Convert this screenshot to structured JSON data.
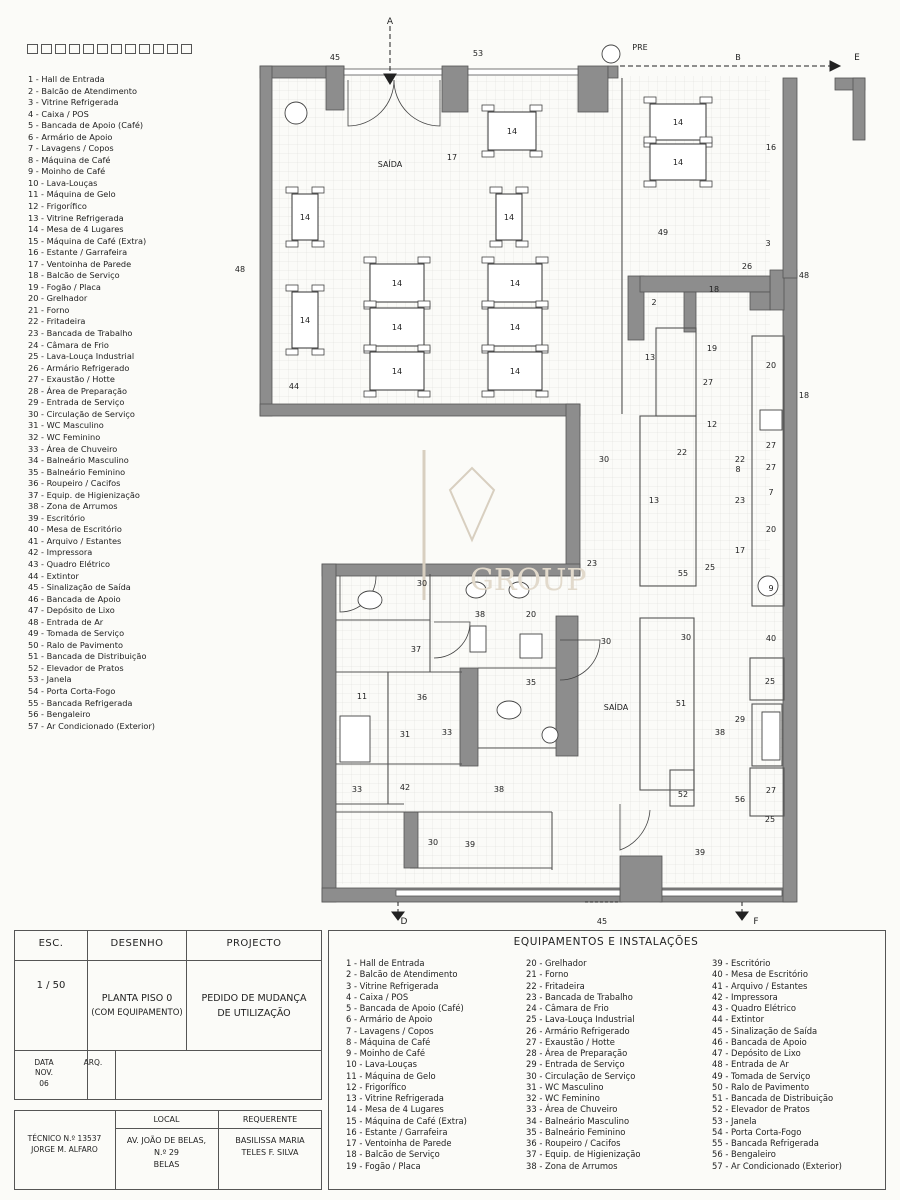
{
  "legend_items": [
    "1 - Hall de Entrada",
    "2 - Balcão de Atendimento",
    "3 - Vitrine Refrigerada",
    "4 - Caixa / POS",
    "5 - Bancada de Apoio (Café)",
    "6 - Armário de Apoio",
    "7 - Lavagens / Copos",
    "8 - Máquina de Café",
    "9 - Moinho de Café",
    "10 - Lava-Louças",
    "11 - Máquina de Gelo",
    "12 - Frigorífico",
    "13 - Vitrine Refrigerada",
    "14 - Mesa de 4 Lugares",
    "15 - Máquina de Café (Extra)",
    "16 - Estante / Garrafeira",
    "17 - Ventoinha de Parede",
    "18 - Balcão de Serviço",
    "19 - Fogão / Placa",
    "20 - Grelhador",
    "21 - Forno",
    "22 - Fritadeira",
    "23 - Bancada de Trabalho",
    "24 - Câmara de Frio",
    "25 - Lava-Louça Industrial",
    "26 - Armário Refrigerado",
    "27 - Exaustão / Hotte",
    "28 - Área de Preparação",
    "29 - Entrada de Serviço",
    "30 - Circulação de Serviço",
    "31 - WC Masculino",
    "32 - WC Feminino",
    "33 - Área de Chuveiro",
    "34 - Balneário Masculino",
    "35 - Balneário Feminino",
    "36 - Roupeiro / Cacifos",
    "37 - Equip. de Higienização",
    "38 - Zona de Arrumos",
    "39 - Escritório",
    "40 - Mesa de Escritório",
    "41 - Arquivo / Estantes",
    "42 - Impressora",
    "43 - Quadro Elétrico",
    "44 - Extintor",
    "45 - Sinalização de Saída",
    "46 - Bancada de Apoio",
    "47 - Depósito de Lixo",
    "48 - Entrada de Ar",
    "49 - Tomada de Serviço",
    "50 - Ralo de Pavimento",
    "51 - Bancada de Distribuição",
    "52 - Elevador de Pratos",
    "53 - Janela",
    "54 - Porta Corta-Fogo",
    "55 - Bancada Refrigerada",
    "56 - Bengaleiro",
    "57 - Ar Condicionado (Exterior)"
  ],
  "plan": {
    "section_a": "A",
    "section_b": "B",
    "section_d": "D",
    "section_e": "E",
    "section_f": "F",
    "pre": "PRE",
    "saida_1": "SAÍDA",
    "saida_2": "SAÍDA",
    "label_53": "53",
    "label_45_top": "45",
    "label_45_bottom": "45",
    "label_48_left": "48",
    "label_48_right": "48",
    "label_44": "44",
    "label_17_entry": "17",
    "label_49": "49",
    "label_16": "16",
    "label_3": "3",
    "label_26": "26",
    "label_18a": "18",
    "label_2": "2",
    "label_13a": "13",
    "label_19": "19",
    "label_27a": "27",
    "label_12": "12",
    "label_22a": "22",
    "label_13b": "13",
    "label_55": "55",
    "label_25a": "25",
    "label_30_corr": "30",
    "label_20a": "20",
    "label_18b": "18",
    "label_27b": "27",
    "label_27c": "27",
    "label_22b": "22",
    "label_8": "8",
    "label_7": "7",
    "label_23": "23",
    "label_20b": "20",
    "label_17b": "17",
    "label_9": "9",
    "label_40": "40",
    "label_25b": "25",
    "label_29": "29",
    "label_27d": "27",
    "label_56": "56",
    "label_25c": "25",
    "label_51": "51",
    "label_52": "52",
    "label_30b": "30",
    "label_38_kitchen": "38",
    "label_39_right": "39",
    "label_30c": "30",
    "label_30d": "30",
    "label_38_wc": "38",
    "label_20c": "20",
    "label_23b": "23",
    "label_37": "37",
    "label_35": "35",
    "label_11": "11",
    "label_36": "36",
    "label_31": "31",
    "label_33a": "33",
    "label_33b": "33",
    "label_42": "42",
    "label_38_store": "38",
    "label_30e": "30",
    "label_39_office": "39",
    "table_label": "14"
  },
  "title_block": {
    "esc_header": "ESC.",
    "desenho_header": "DESENHO",
    "projecto_header": "PROJECTO",
    "scale": "1 / 50",
    "drawing_line1": "PLANTA PISO 0",
    "drawing_line2": "(COM EQUIPAMENTO)",
    "project_line1": "PEDIDO DE MUDANÇA",
    "project_line2": "DE UTILIZAÇÃO",
    "data_label": "DATA",
    "data_month": "NOV.",
    "data_year": "06",
    "arq_label": "ARQ.",
    "tecnico_line1": "TÉCNICO N.º  13537",
    "tecnico_line2": "JORGE M. ALFARO",
    "local_header": "LOCAL",
    "local_line1": "AV. JOÃO DE BELAS,",
    "local_line2": "N.º 29",
    "local_line3": "BELAS",
    "requerente_header": "REQUERENTE",
    "requerente_line1": "BASILISSA MARIA",
    "requerente_line2": "TELES F. SILVA"
  },
  "equipment_title": "EQUIPAMENTOS E INSTALAÇÕES",
  "watermark": "GROUP"
}
